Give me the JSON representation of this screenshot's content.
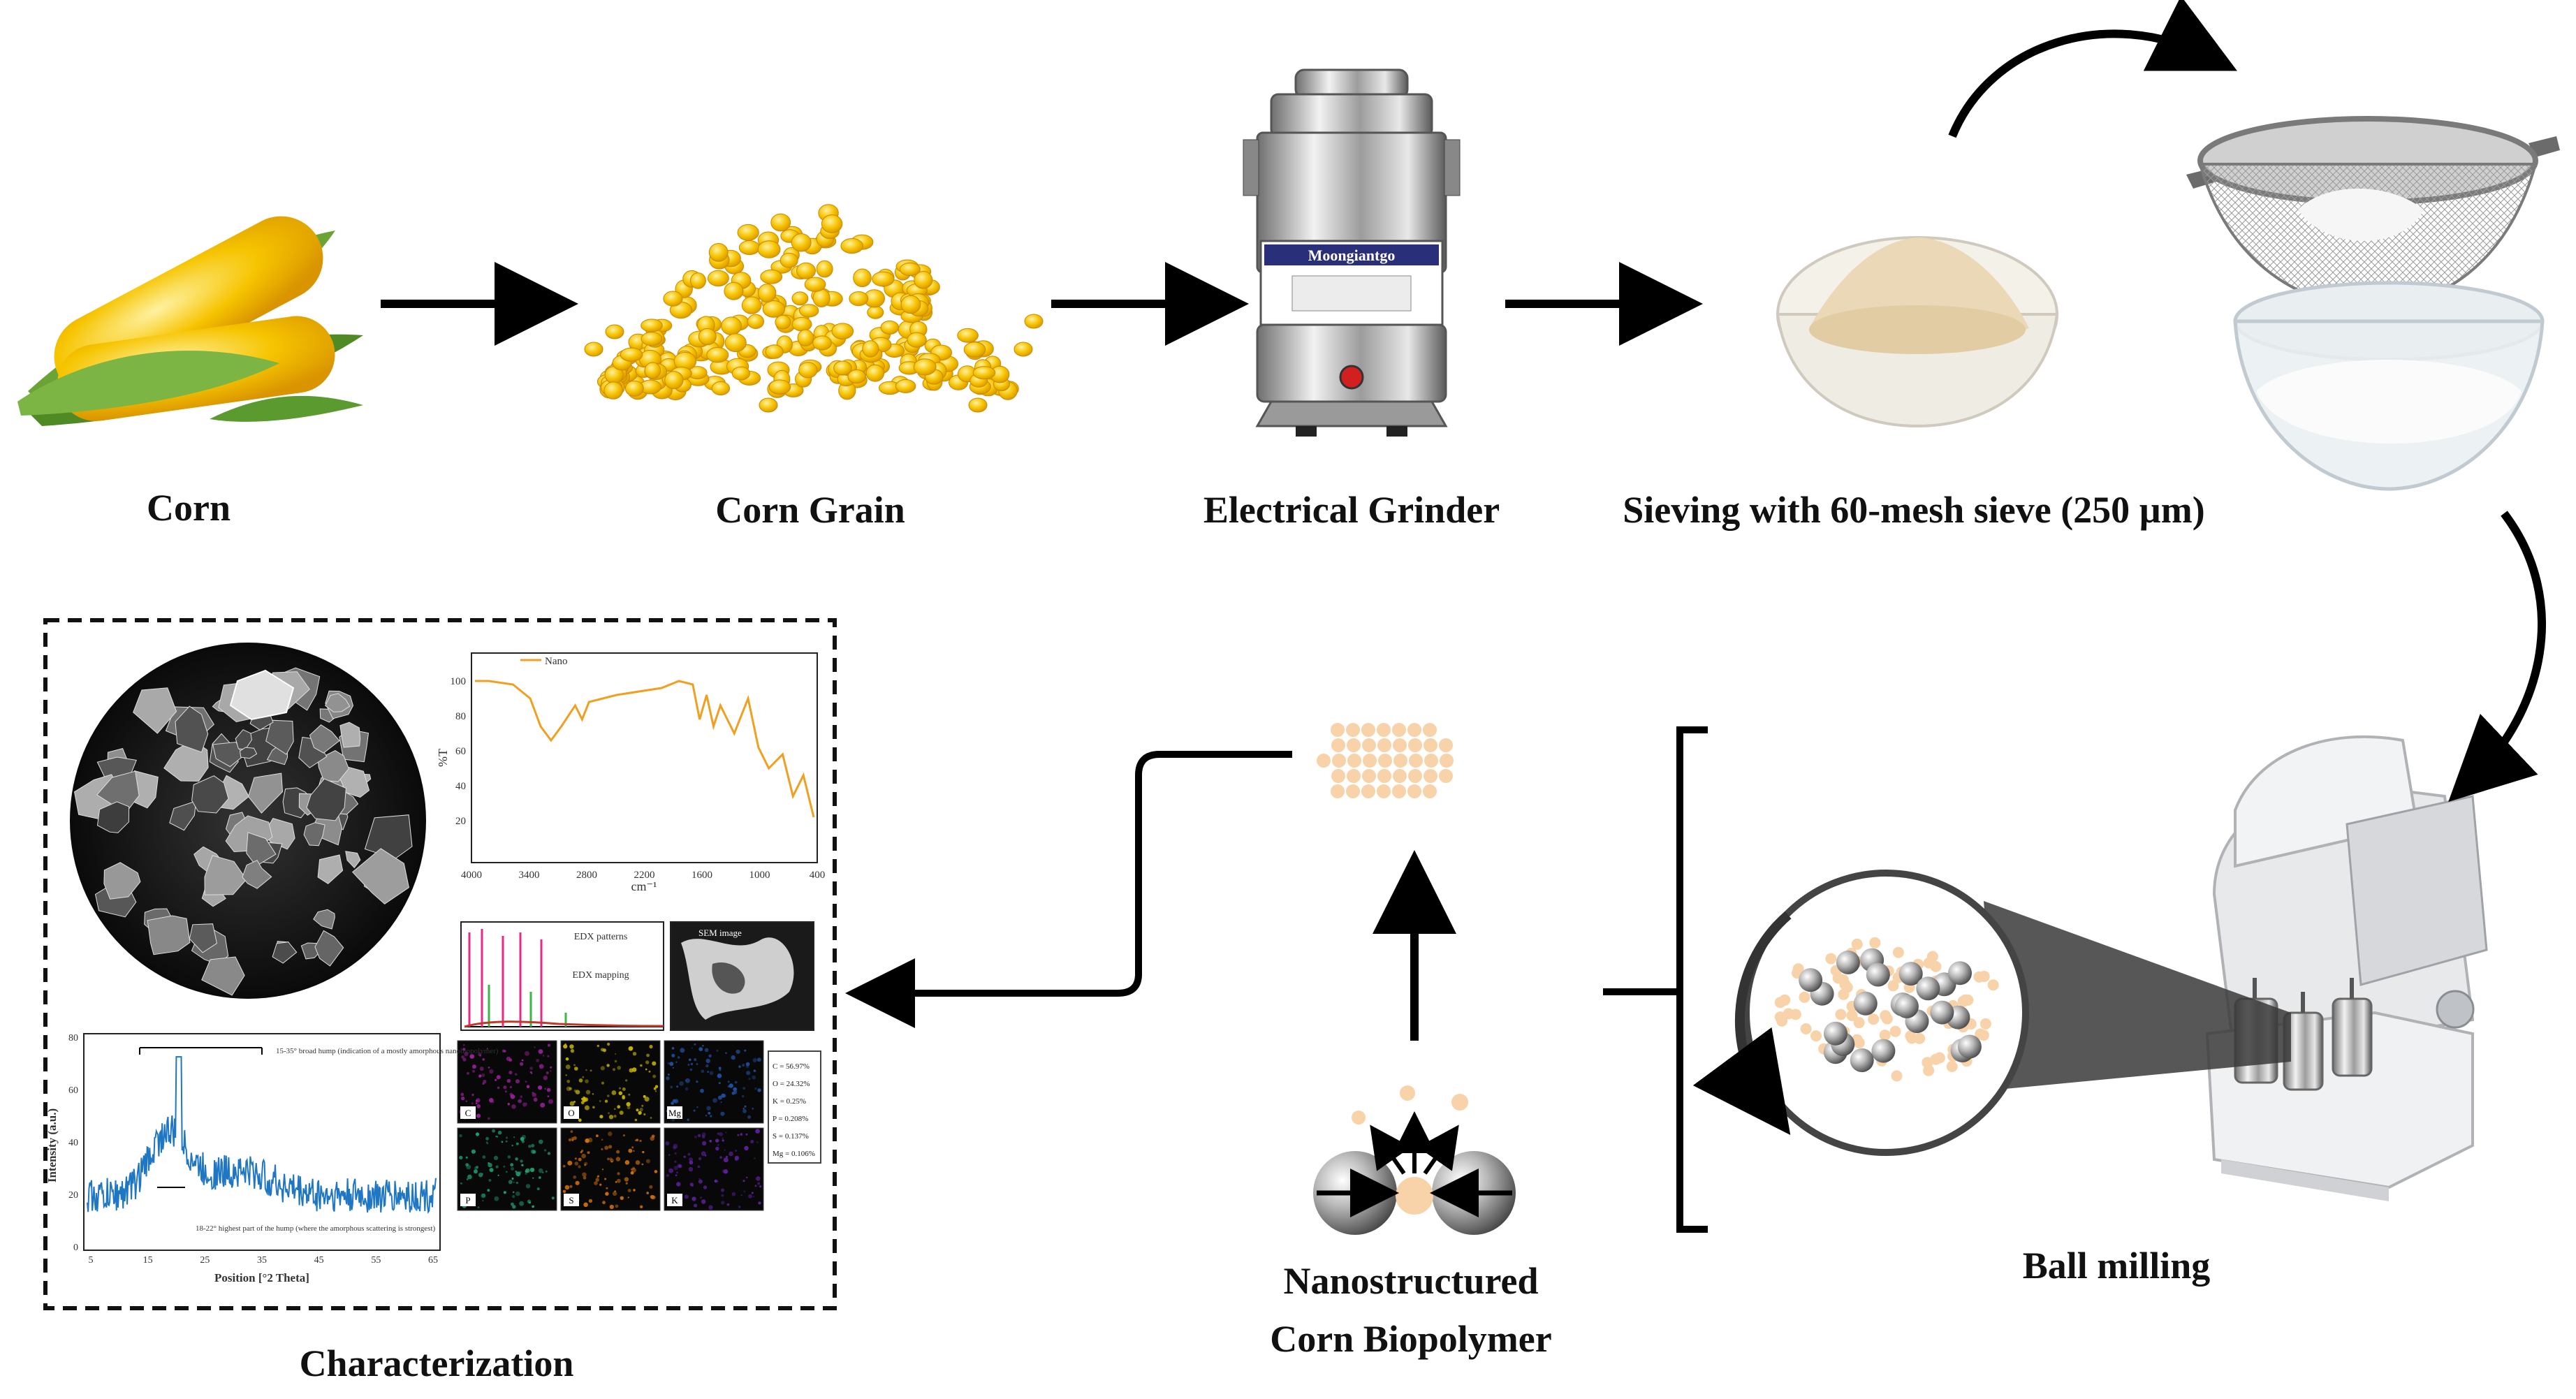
{
  "steps": {
    "corn": "Corn",
    "grain": "Corn Grain",
    "grinder": "Electrical Grinder",
    "sieving": "Sieving with 60-mesh sieve (250 µm)",
    "ball_milling": "Ball milling",
    "nano_line1": "Nanostructured",
    "nano_line2": "Corn Biopolymer",
    "characterization": "Characterization"
  },
  "grinder_brand": "Moongiantgo",
  "ftir": {
    "legend": "Nano",
    "ylabel": "%T",
    "xlabel": "cm⁻¹",
    "xticks": [
      "4000",
      "3400",
      "2800",
      "2200",
      "1600",
      "1000",
      "400"
    ],
    "yticks": [
      "100",
      "80",
      "60",
      "40",
      "20"
    ]
  },
  "edx": {
    "pattern_label": "EDX patterns",
    "mapping_label": "EDX mapping",
    "sem_label": "SEM image",
    "elements": [
      "C",
      "O",
      "Mg",
      "P",
      "S",
      "K"
    ],
    "composition": [
      "C = 56.97%",
      "O = 24.32%",
      "K = 0.25%",
      "P = 0.208%",
      "S = 0.137%",
      "Mg = 0.106%"
    ]
  },
  "xrd": {
    "ylabel": "Intensity (a.u.)",
    "xlabel": "Position [°2 Theta]",
    "yticks": [
      "80",
      "60",
      "40",
      "20",
      "0"
    ],
    "xticks": [
      "5",
      "15",
      "25",
      "35",
      "45",
      "55",
      "65"
    ],
    "annotation_top": "15-35° broad hump (indication of a mostly amorphous nanobiopolymer)",
    "annotation_bottom": "18-22° highest part of the hump (where the amorphous scattering is strongest)"
  },
  "colors": {
    "arrow": "#000000",
    "corn_yellow": "#f5b800",
    "leaf_green": "#5a9a2e",
    "particle": "#f8d2a8",
    "xrd_line": "#1f77c4",
    "ftir_line": "#f0a020"
  }
}
